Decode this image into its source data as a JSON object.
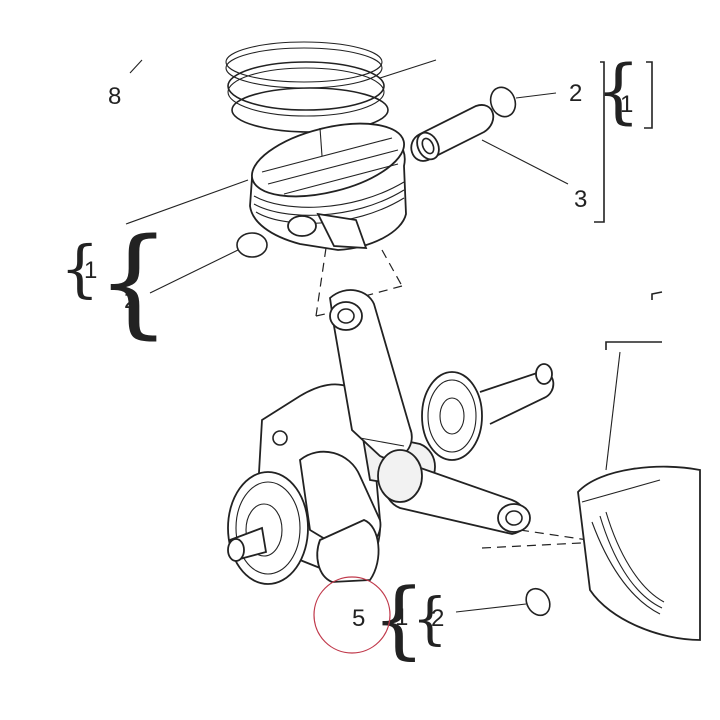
{
  "labels": {
    "l8": "8",
    "l2_top": "2",
    "l1_top": "1",
    "l3": "3",
    "l1_left": "1",
    "l2_left": "2",
    "l5": "5",
    "l1_bottom": "1",
    "l2_bottom": "2"
  },
  "colors": {
    "line": "#222222",
    "highlight_circle": "#c0394b",
    "background": "#ffffff"
  },
  "icons": {
    "highlight": "circle-outline"
  }
}
